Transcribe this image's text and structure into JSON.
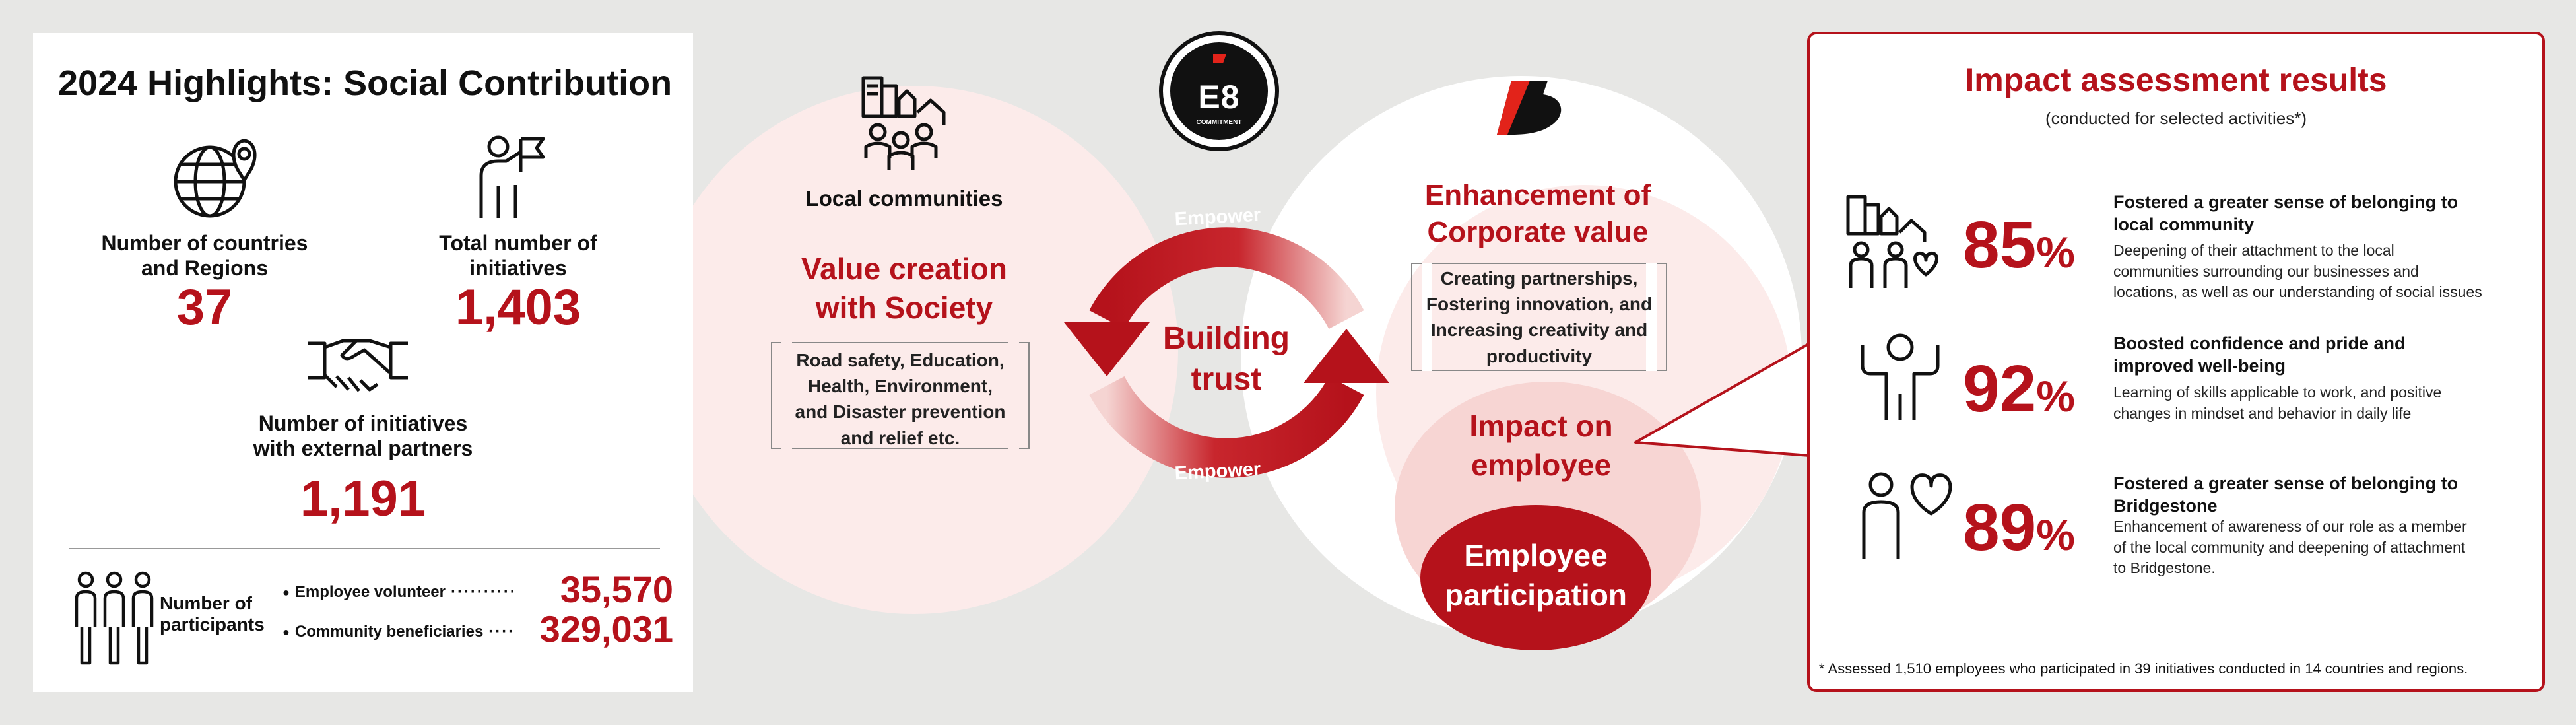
{
  "highlights": {
    "title": "2024 Highlights: Social Contribution",
    "countries_label": "Number of countries\nand Regions",
    "countries_value": "37",
    "initiatives_label": "Total number of\ninitiatives",
    "initiatives_value": "1,403",
    "partners_label": "Number of initiatives\nwith external partners",
    "partners_value": "1,191",
    "participants_label": "Number of\nparticipants",
    "volunteer_label": "Employee volunteer",
    "volunteer_value": "35,570",
    "beneficiaries_label": "Community beneficiaries",
    "beneficiaries_value": "329,031",
    "icons": [
      "globe-pin-icon",
      "person-flag-icon",
      "handshake-icon",
      "people-group-icon"
    ]
  },
  "diagram": {
    "badge_text": "E8",
    "badge_sub": "COMMITMENT",
    "local_label": "Local communities",
    "society_title": "Value creation\nwith Society",
    "society_items": "Road safety, Education,\nHealth, Environment,\nand Disaster prevention\nand relief etc.",
    "center_title": "Building\ntrust",
    "empower_top": "Empower",
    "empower_bottom": "Empower",
    "corporate_title": "Enhancement of\nCorporate value",
    "corporate_items": "Creating partnerships,\nFostering innovation, and\nIncreasing creativity and\nproductivity",
    "impact_title": "Impact on\nemployee",
    "participation_title": "Employee\nparticipation",
    "colors": {
      "red": "#b5121b",
      "pink": "#fcebea",
      "mid_pink": "#f7d5d3"
    }
  },
  "results": {
    "title": "Impact assessment results",
    "subtitle": "(conducted for selected activities*)",
    "items": [
      {
        "percent": "85",
        "heading": "Fostered a greater sense of belonging to\nlocal community",
        "description": "Deepening of their attachment to the local\ncommunities surrounding our businesses and\nlocations, as well as our understanding of social issues"
      },
      {
        "percent": "92",
        "heading": "Boosted confidence and pride and\nimproved well-being",
        "description": "Learning of skills applicable to work, and positive\nchanges in mindset and behavior in daily life"
      },
      {
        "percent": "89",
        "heading": "Fostered a greater sense of belonging to\nBridgestone",
        "description": "Enhancement of awareness of our role as a member\nof the local community and deepening of attachment\nto Bridgestone."
      }
    ],
    "percent_sign": "%",
    "footnote": "* Assessed 1,510 employees who participated in 39 initiatives conducted in 14 countries and regions."
  }
}
